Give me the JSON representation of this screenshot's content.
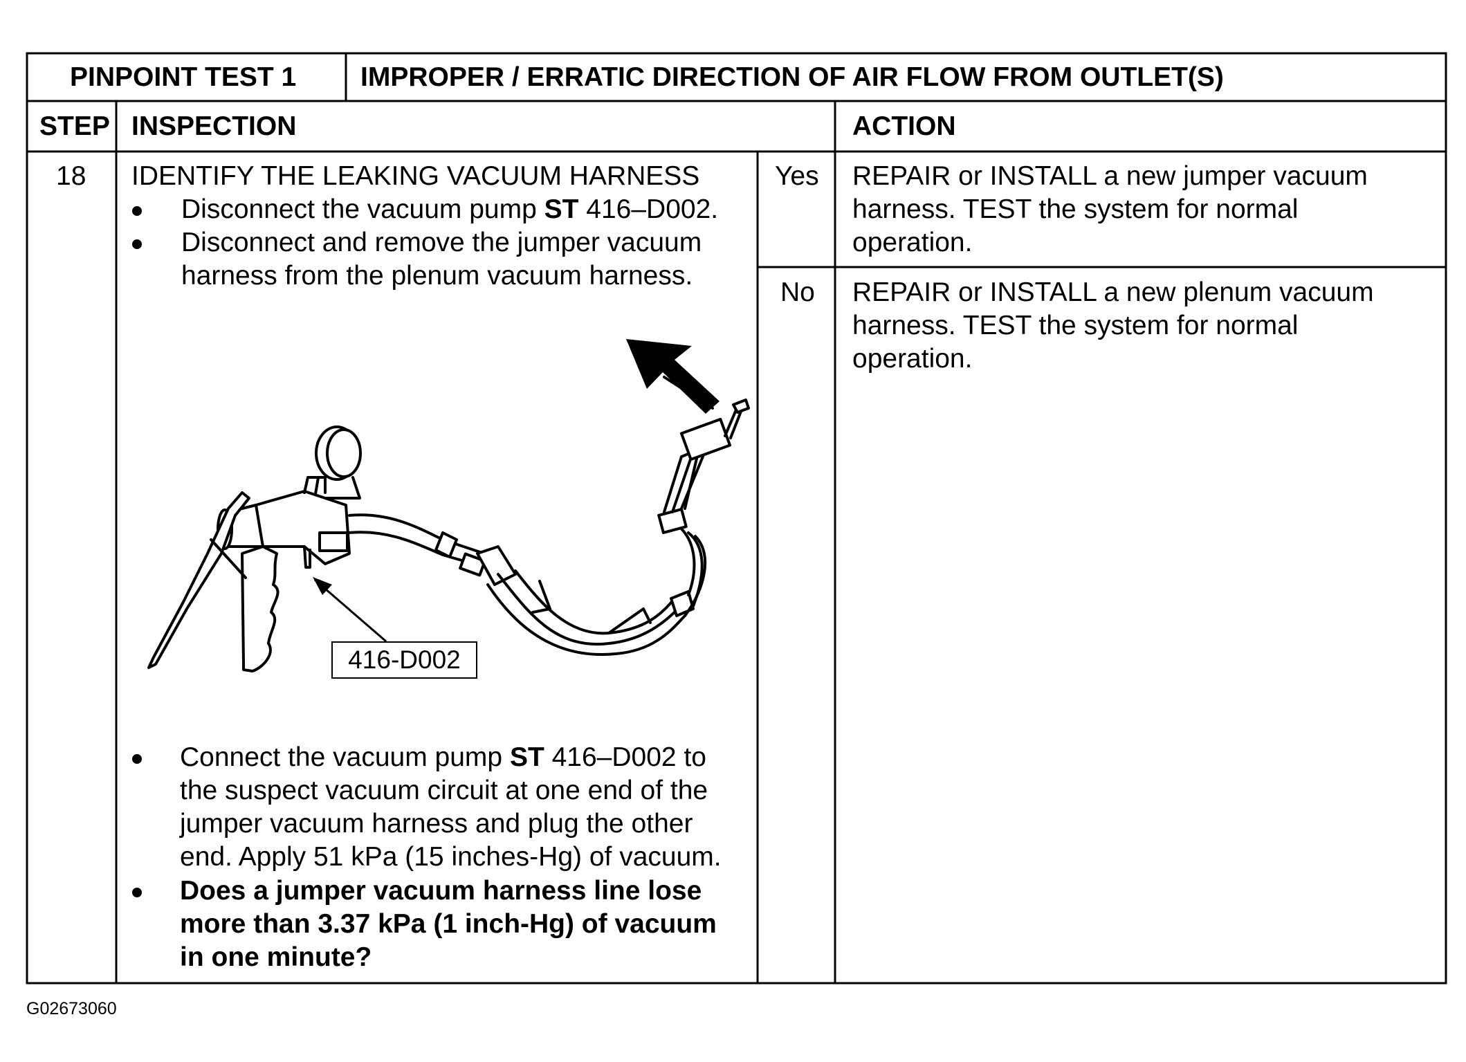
{
  "header": {
    "test_label": "PINPOINT TEST 1",
    "test_title": "IMPROPER / ERRATIC DIRECTION OF AIR FLOW FROM OUTLET(S)"
  },
  "columns": {
    "step": "STEP",
    "inspection": "INSPECTION",
    "action": "ACTION"
  },
  "step": {
    "number": "18",
    "heading": "IDENTIFY THE LEAKING VACUUM HARNESS",
    "bullet1": {
      "pre": "Disconnect the vacuum pump ",
      "bold": "ST",
      "post": " 416–D002."
    },
    "bullet2": {
      "line1": "Disconnect and remove the jumper vacuum",
      "line2": "harness from the plenum vacuum harness."
    },
    "callout": "416-D002",
    "bullet3": {
      "line1_pre": "Connect the vacuum pump ",
      "line1_bold": "ST",
      "line1_post": " 416–D002 to",
      "line2": "the suspect vacuum circuit at one end of the",
      "line3": "jumper vacuum harness and plug the other",
      "line4": "end. Apply 51 kPa (15 inches-Hg) of vacuum."
    },
    "question": {
      "line1": "Does a jumper vacuum harness line lose",
      "line2": "more than 3.37 kPa (1 inch-Hg) of vacuum",
      "line3": "in one minute?"
    }
  },
  "answers": [
    {
      "answer": "Yes",
      "line1": "REPAIR or INSTALL a new jumper vacuum",
      "line2": "harness.  TEST the system for normal",
      "line3": "operation."
    },
    {
      "answer": "No",
      "line1": "REPAIR or INSTALL a new plenum vacuum",
      "line2": "harness.  TEST the system for normal",
      "line3": "operation."
    }
  ],
  "figure_id": "G02673060"
}
